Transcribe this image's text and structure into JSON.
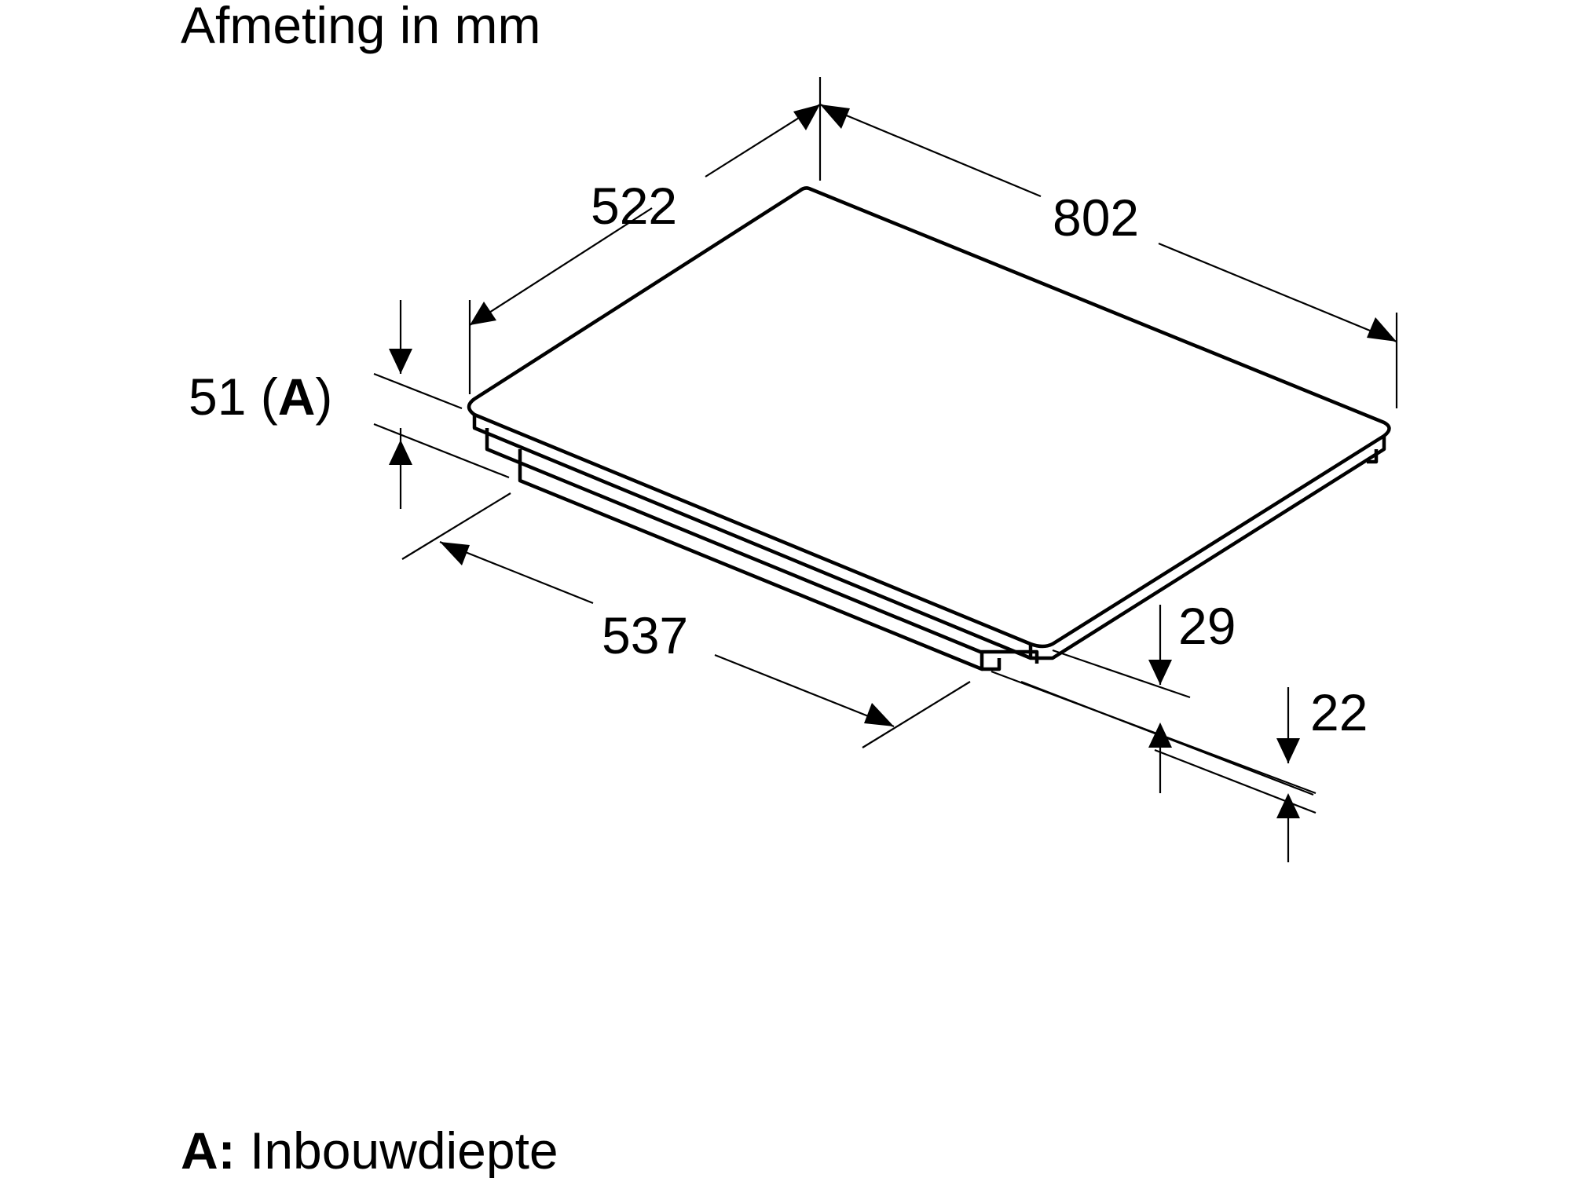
{
  "title": "Afmeting in mm",
  "dimensions": {
    "depth_top": "522",
    "width_top": "802",
    "cutout_width": "537",
    "cutout_height_value": "51 (",
    "cutout_height_marker": "A",
    "cutout_height_close": ")",
    "height_29": "29",
    "height_22": "22"
  },
  "legend": {
    "marker": "A:",
    "text": " Inbouwdiepte"
  },
  "colors": {
    "stroke": "#000000",
    "background": "#ffffff"
  }
}
